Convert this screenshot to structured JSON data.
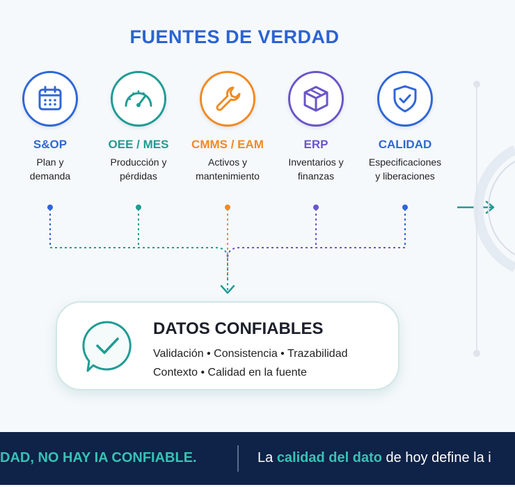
{
  "title": "FUENTES DE VERDAD",
  "sources": [
    {
      "label": "S&OP",
      "desc1": "Plan y",
      "desc2": "demanda",
      "color": "#2f67d6",
      "icon": "calendar-icon"
    },
    {
      "label": "OEE / MES",
      "desc1": "Producción y",
      "desc2": "pérdidas",
      "color": "#1f9c93",
      "icon": "gauge-icon"
    },
    {
      "label": "CMMS / EAM",
      "desc1": "Activos y",
      "desc2": "mantenimiento",
      "color": "#f08a24",
      "icon": "wrench-icon"
    },
    {
      "label": "ERP",
      "desc1": "Inventarios y",
      "desc2": "finanzas",
      "color": "#6a56c8",
      "icon": "box-icon"
    },
    {
      "label": "CALIDAD",
      "desc1": "Especificaciones",
      "desc2": "y liberaciones",
      "color": "#2f67d6",
      "icon": "shield-check-icon"
    }
  ],
  "result": {
    "title": "DATOS CONFIABLES",
    "line1": "Validación • Consistencia • Trazabilidad",
    "line2": "Contexto • Calidad en la fuente",
    "color": "#1f9c93",
    "icon": "check-badge-icon"
  },
  "banner": {
    "left": "DAD, NO HAY IA CONFIABLE.",
    "right_pre": "La ",
    "right_highlight": "calidad del dato",
    "right_post": " de hoy define la i",
    "bg": "#0f2247",
    "accent": "#37c2b4"
  }
}
